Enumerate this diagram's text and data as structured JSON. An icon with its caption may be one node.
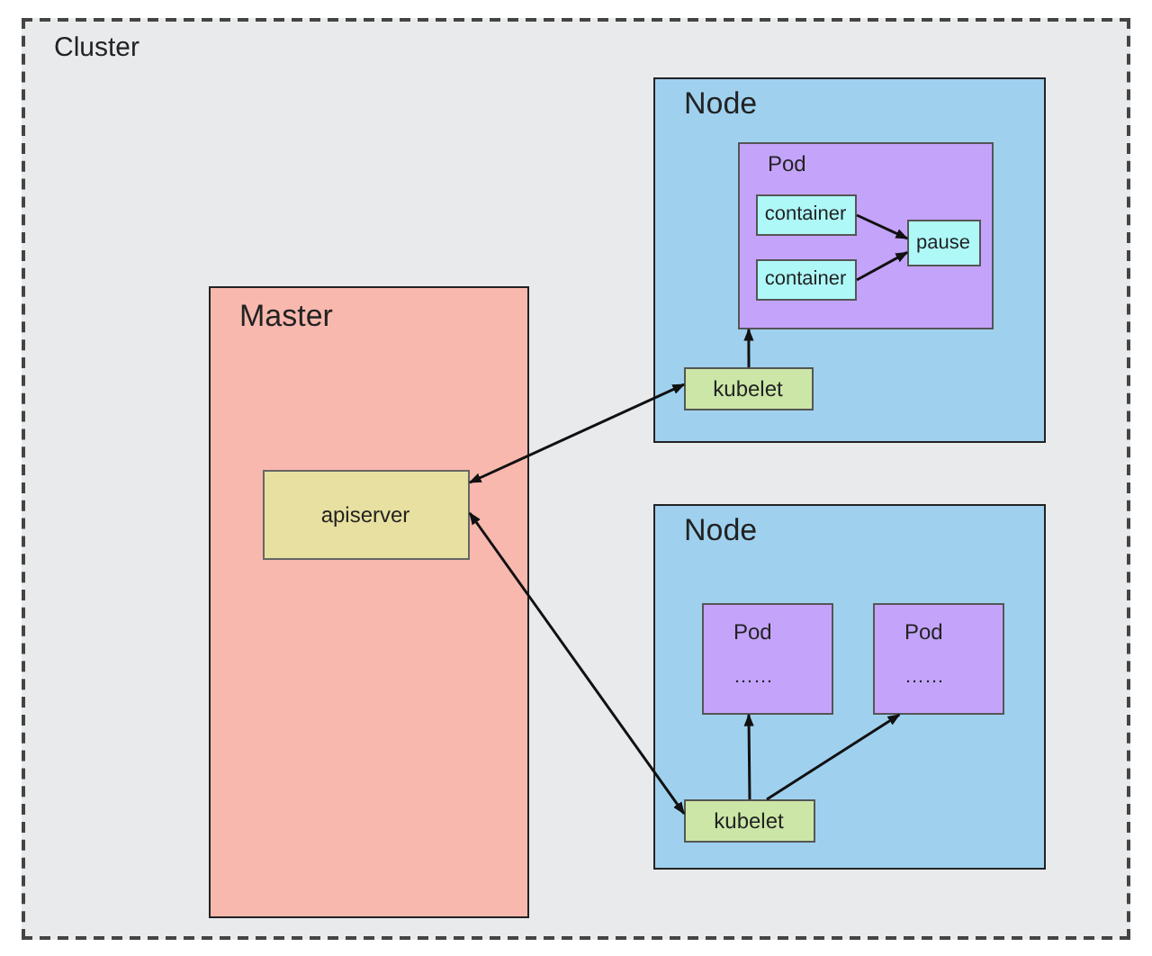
{
  "diagram": {
    "nodes": [
      {
        "text": [
          "Cluster"
        ]
      },
      {
        "text": [
          "Master"
        ],
        "in": 0
      },
      {
        "text": [
          "apiserver"
        ],
        "in": 1
      },
      {
        "text": [
          "Node"
        ],
        "in": 0
      },
      {
        "text": [
          "Pod"
        ],
        "in": 3
      },
      {
        "text": [
          "container"
        ],
        "in": 4
      },
      {
        "text": [
          "container"
        ],
        "in": 4
      },
      {
        "text": [
          "pause"
        ],
        "in": 4
      },
      {
        "text": [
          "kubelet"
        ],
        "in": 3
      },
      {
        "text": [
          "Node"
        ],
        "in": 0
      },
      {
        "text": [
          "Pod",
          "……"
        ],
        "in": 9
      },
      {
        "text": [
          "Pod",
          "……"
        ],
        "in": 9
      },
      {
        "text": [
          "kubelet"
        ],
        "in": 9
      }
    ],
    "edges": [
      {
        "from": 5,
        "to": 7,
        "arrow": "to"
      },
      {
        "from": 6,
        "to": 7,
        "arrow": "to"
      },
      {
        "from": 8,
        "to": 4,
        "arrow": "to"
      },
      {
        "from": 2,
        "to": 8,
        "arrow": "both"
      },
      {
        "from": 2,
        "to": 12,
        "arrow": "both"
      },
      {
        "from": 12,
        "to": 10,
        "arrow": "to"
      },
      {
        "from": 12,
        "to": 11,
        "arrow": "to"
      }
    ]
  }
}
